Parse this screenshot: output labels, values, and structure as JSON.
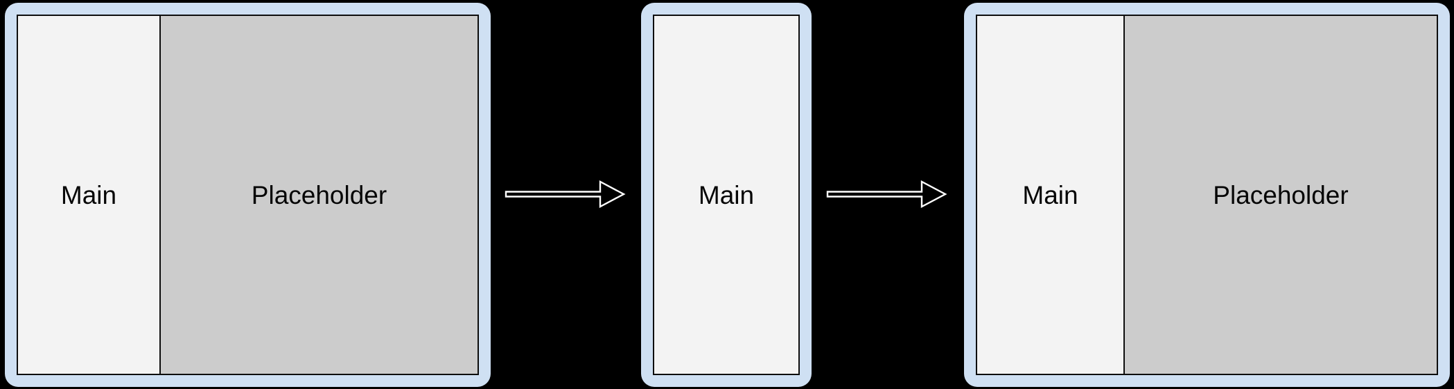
{
  "diagram": {
    "title": "Main / Placeholder layout transition",
    "background_color": "#000000",
    "frame_color": "#cfe0f3",
    "outline_color": "#0d0d0d",
    "main_fill": "#f3f3f3",
    "placeholder_fill": "#cccccc",
    "arrow_color": "#ffffff",
    "label_color": "#050505"
  },
  "panels": [
    {
      "id": "panel-1",
      "name": "wide-layout-before",
      "regions": [
        {
          "id": "main",
          "label": "Main",
          "fill": "#f3f3f3"
        },
        {
          "id": "placeholder",
          "label": "Placeholder",
          "fill": "#cccccc"
        }
      ]
    },
    {
      "id": "panel-2",
      "name": "narrow-layout",
      "regions": [
        {
          "id": "main",
          "label": "Main",
          "fill": "#f3f3f3"
        }
      ]
    },
    {
      "id": "panel-3",
      "name": "wide-layout-after",
      "regions": [
        {
          "id": "main",
          "label": "Main",
          "fill": "#f3f3f3"
        },
        {
          "id": "placeholder",
          "label": "Placeholder",
          "fill": "#cccccc"
        }
      ]
    }
  ],
  "arrows": [
    {
      "id": "arrow-1",
      "name": "transition-arrow-right",
      "direction": "right",
      "label": ""
    },
    {
      "id": "arrow-2",
      "name": "transition-arrow-right",
      "direction": "right",
      "label": ""
    }
  ]
}
